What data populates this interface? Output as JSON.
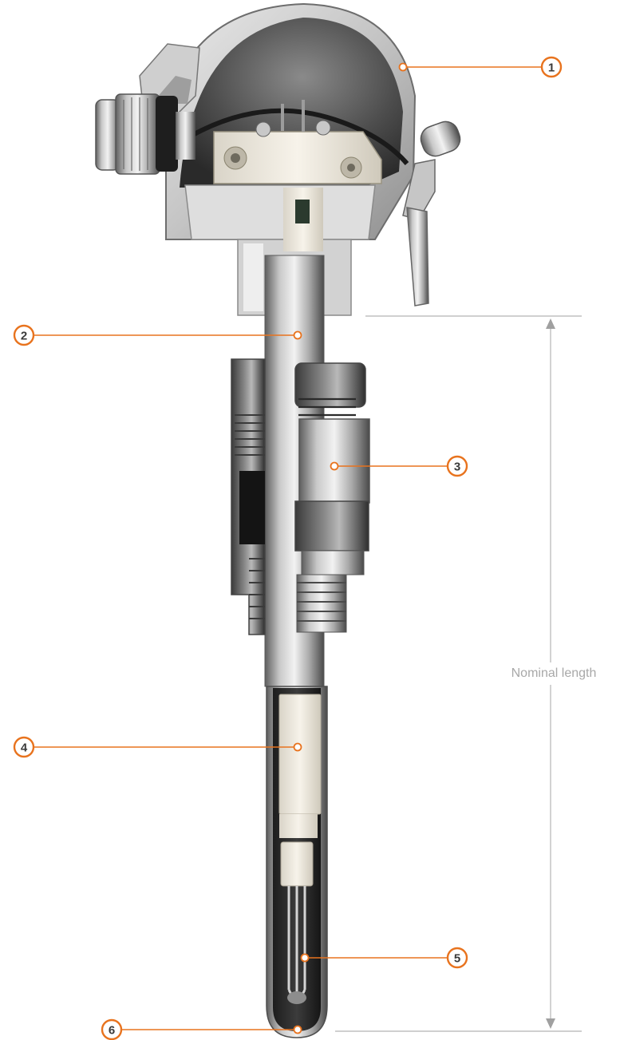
{
  "diagram": {
    "title": "",
    "accent_color": "#e8731e",
    "dimension_color": "#b4b4b4",
    "callouts": [
      {
        "number": "1"
      },
      {
        "number": "2"
      },
      {
        "number": "3"
      },
      {
        "number": "4"
      },
      {
        "number": "5"
      },
      {
        "number": "6"
      }
    ],
    "dimension": {
      "label": "Nominal length"
    }
  }
}
